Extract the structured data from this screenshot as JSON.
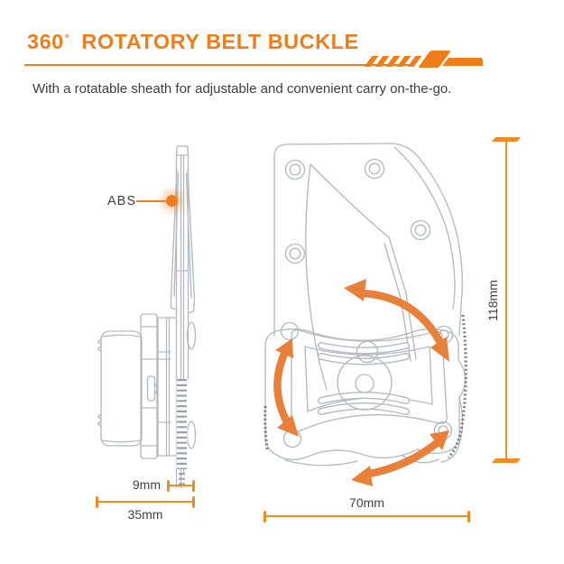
{
  "header": {
    "title_number": "360",
    "title_degree": "°",
    "title_text": "ROTATORY BELT BUCKLE",
    "subtitle": "With a rotatable sheath for adjustable and convenient carry on-the-go."
  },
  "side_view": {
    "material_label": "ABS",
    "dim_clip_depth": "9mm",
    "dim_total_depth": "35mm"
  },
  "front_view": {
    "dim_height": "118mm",
    "dim_width": "70mm"
  },
  "colors": {
    "accent_orange": "#ee7d1a",
    "dimension_orange": "#f18c25",
    "arrow_orange": "#e8803a",
    "drawing_line_gray": "#b3bac0",
    "text_dark": "#3f3f3f"
  }
}
